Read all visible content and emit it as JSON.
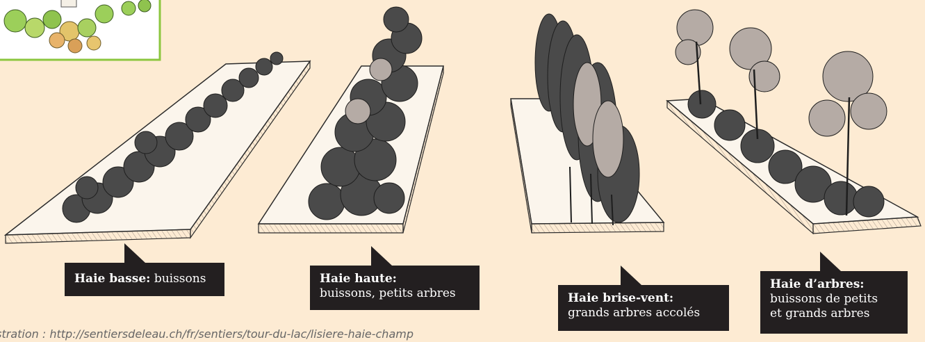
{
  "colors": {
    "background": "#fdebd3",
    "callout_bg": "#231f20",
    "callout_text": "#ffffff",
    "inset_border": "#8cc63f",
    "foliage_dark": "#4a4a4a",
    "foliage_light": "#b5aba5"
  },
  "hedges": [
    {
      "title": "Haie basse:",
      "description": "buissons"
    },
    {
      "title": "Haie haute:",
      "description": "buissons, petits arbres"
    },
    {
      "title": "Haie brise-vent:",
      "description": "grands arbres accolés"
    },
    {
      "title": "Haie d’arbres:",
      "description_lines": [
        "buissons de petits",
        "et grands arbres"
      ]
    }
  ],
  "caption": "ustration : http://sentiersdeleau.ch/fr/sentiers/tour-du-lac/lisiere-haie-champ"
}
